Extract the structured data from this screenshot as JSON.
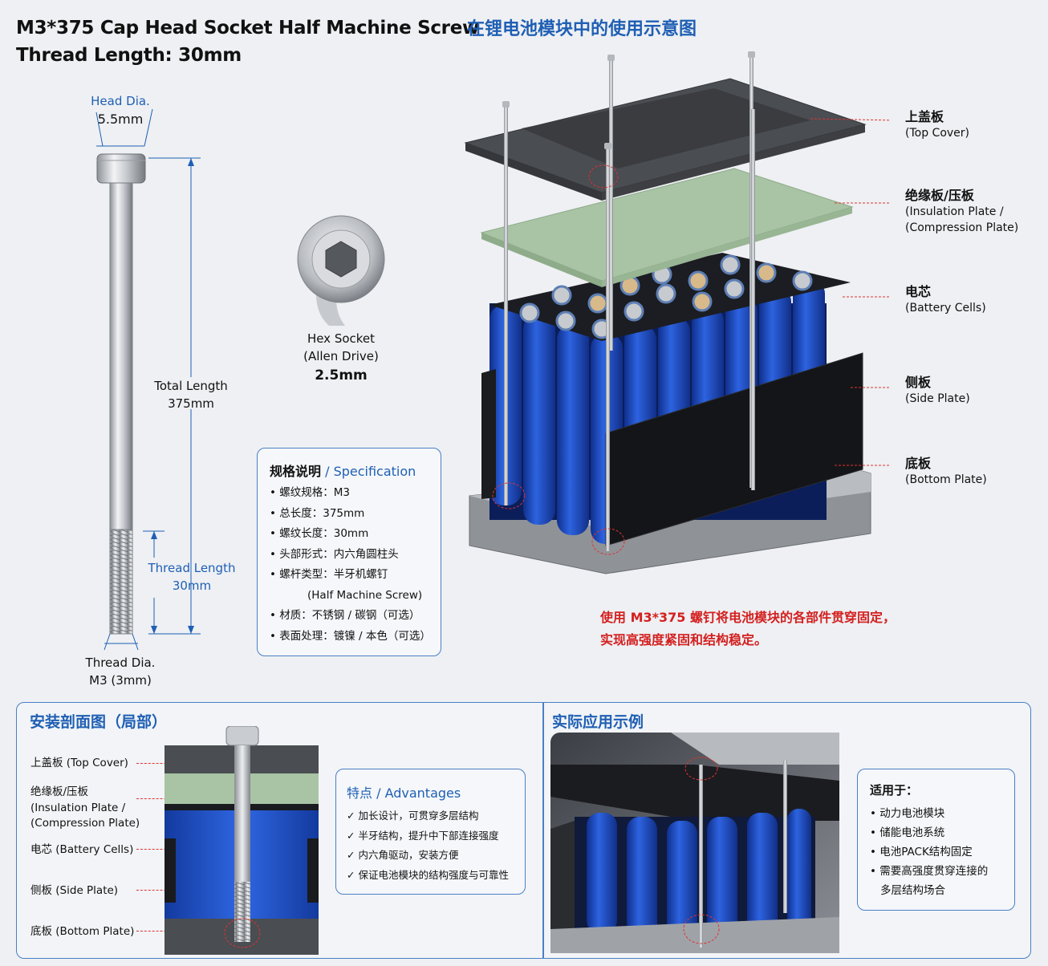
{
  "header": {
    "title_line1": "M3*375 Cap Head Socket Half Machine Screw",
    "title_line2": "Thread Length: 30mm",
    "diagram_title": "在锂电池模块中的使用示意图"
  },
  "screw_dims": {
    "head_dia_label": "Head Dia.",
    "head_dia_value": "5.5mm",
    "total_length_label": "Total Length",
    "total_length_value": "375mm",
    "thread_length_label": "Thread Length",
    "thread_length_value": "30mm",
    "thread_dia_label": "Thread Dia.",
    "thread_dia_value": "M3 (3mm)",
    "hex_label_1": "Hex Socket",
    "hex_label_2": "(Allen Drive)",
    "hex_value": "2.5mm"
  },
  "spec": {
    "title_cn": "规格说明",
    "title_en": " / Specification",
    "items": [
      "• 螺纹规格：M3",
      "• 总长度：375mm",
      "• 螺纹长度：30mm",
      "• 头部形式：内六角圆柱头",
      "• 螺杆类型：半牙机螺钉",
      "(Half Machine Screw)",
      "• 材质：不锈钢 / 碳钢（可选）",
      "• 表面处理：镀镍 / 本色（可选）"
    ]
  },
  "callouts": [
    {
      "cn": "上盖板",
      "en": "(Top Cover)"
    },
    {
      "cn": "绝缘板/压板",
      "en": "(Insulation Plate /",
      "en2": "(Compression Plate)"
    },
    {
      "cn": "电芯",
      "en": "(Battery Cells)"
    },
    {
      "cn": "侧板",
      "en": "(Side Plate)"
    },
    {
      "cn": "底板",
      "en": "(Bottom Plate)"
    }
  ],
  "note": {
    "line1": "使用 M3*375 螺钉将电池模块的各部件贯穿固定，",
    "line2": "实现高强度紧固和结构稳定。"
  },
  "section_install": {
    "title": "安装剖面图（局部）",
    "labels": [
      "上盖板 (Top Cover)",
      "绝缘板/压板",
      "(Insulation Plate /",
      "(Compression Plate)",
      "电芯 (Battery Cells)",
      "侧板 (Side Plate)",
      "底板 (Bottom Plate)"
    ]
  },
  "advantages": {
    "title": "特点 / Advantages",
    "items": [
      "✓ 加长设计，可贯穿多层结构",
      "✓ 半牙结构，提升中下部连接强度",
      "✓ 内六角驱动，安装方便",
      "✓ 保证电池模块的结构强度与可靠性"
    ]
  },
  "section_application": {
    "title": "实际应用示例",
    "applies_title": "适用于：",
    "applies_items": [
      "• 动力电池模块",
      "• 储能电池系统",
      "• 电池PACK结构固定",
      "• 需要高强度贯穿连接的",
      "多层结构场合"
    ]
  },
  "colors": {
    "accent_blue": "#1f5fb4",
    "cell_blue": "#1e4fc8",
    "insulation_green": "#a8c4a4",
    "plate_dark": "#4a4d52",
    "note_red": "#d42020"
  }
}
